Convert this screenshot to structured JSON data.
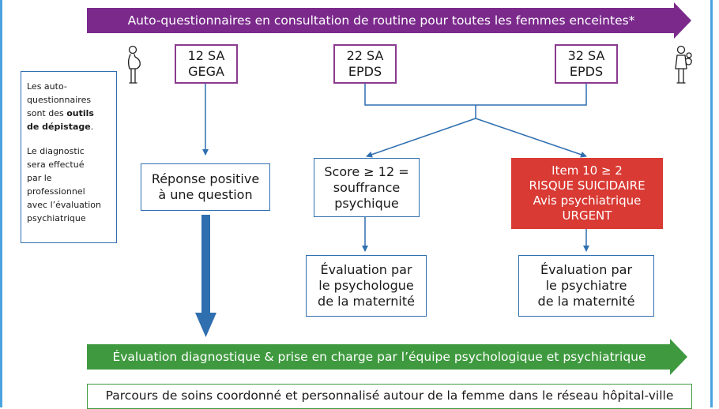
{
  "banners": {
    "top": "Auto-questionnaires en consultation de routine pour toutes les femmes enceintes*",
    "bottom": "Évaluation diagnostique & prise en charge par l’équipe psychologique et psychiatrique"
  },
  "sa_boxes": [
    {
      "week": "12 SA",
      "test": "GEGA"
    },
    {
      "week": "22 SA",
      "test": "EPDS"
    },
    {
      "week": "32 SA",
      "test": "EPDS"
    }
  ],
  "side_note": {
    "line1": "Les auto-",
    "line2": "questionnaires",
    "line3_plain": "sont des ",
    "line3_bold": "outils",
    "line4_bold": "de dépistage",
    "line4_end": ".",
    "line5": "Le diagnostic",
    "line6": "sera effectué",
    "line7": "par le professionnel",
    "line8": "avec l’évaluation",
    "line9": "psychiatrique"
  },
  "response_box": {
    "line1": "Réponse positive",
    "line2": "à une question"
  },
  "score_box": {
    "line1": "Score ≥ 12 =",
    "line2": "souffrance",
    "line3": "psychique"
  },
  "risk_box": {
    "line1": "Item 10 ≥ 2",
    "line2": "RISQUE SUICIDAIRE",
    "line3": "Avis psychiatrique",
    "line4": "URGENT"
  },
  "eval_psychologue": {
    "line1": "Évaluation par",
    "line2": "le psychologue",
    "line3": "de la maternité"
  },
  "eval_psychiatre": {
    "line1": "Évaluation par",
    "line2": "le psychiatre",
    "line3": "de la maternité"
  },
  "care_path": "Parcours de soins coordonné et personnalisé autour de la femme dans le réseau hôpital-ville",
  "colors": {
    "purple": "#7b2a8c",
    "green": "#3f9a3f",
    "blue": "#2f6fb0",
    "red": "#d93a34",
    "frame": "#4aa3df"
  },
  "icons": {
    "left": "pregnant-woman-icon",
    "right": "mother-with-baby-icon"
  }
}
